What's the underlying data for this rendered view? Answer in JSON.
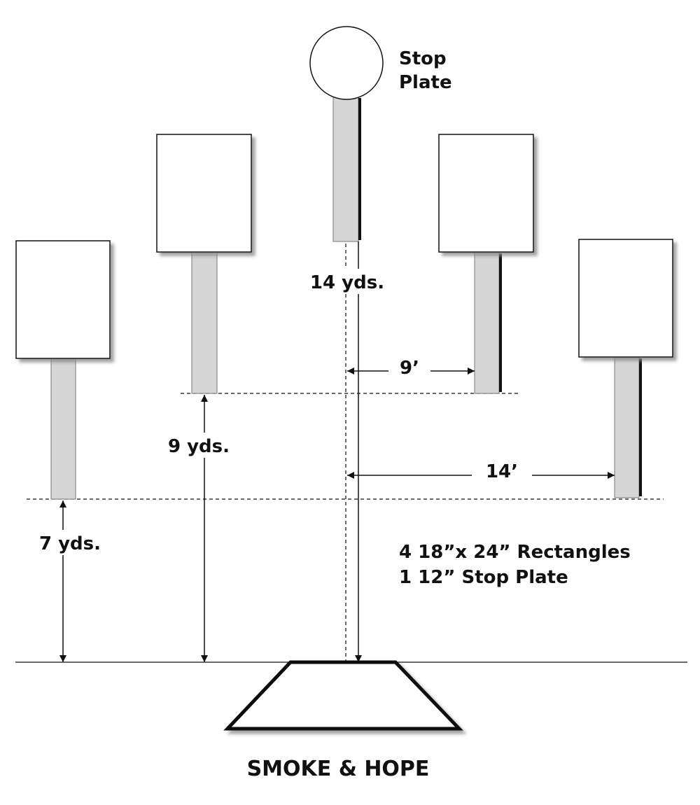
{
  "labels": {
    "stop_plate_line1": "Stop",
    "stop_plate_line2": "Plate",
    "dist_14": "14 yds.",
    "dist_9": "9 yds.",
    "dist_7": "7 yds.",
    "offset_9": "9’",
    "offset_14": "14’",
    "legend_line1": "4 18”x 24” Rectangles",
    "legend_line2": "1 12” Stop Plate",
    "footer": "SMOKE & HOPE"
  },
  "colors": {
    "target_fill": "#ffffff",
    "post_fill": "#d6d6d6",
    "ink": "#111111",
    "shadow": "#8a8a8a"
  }
}
